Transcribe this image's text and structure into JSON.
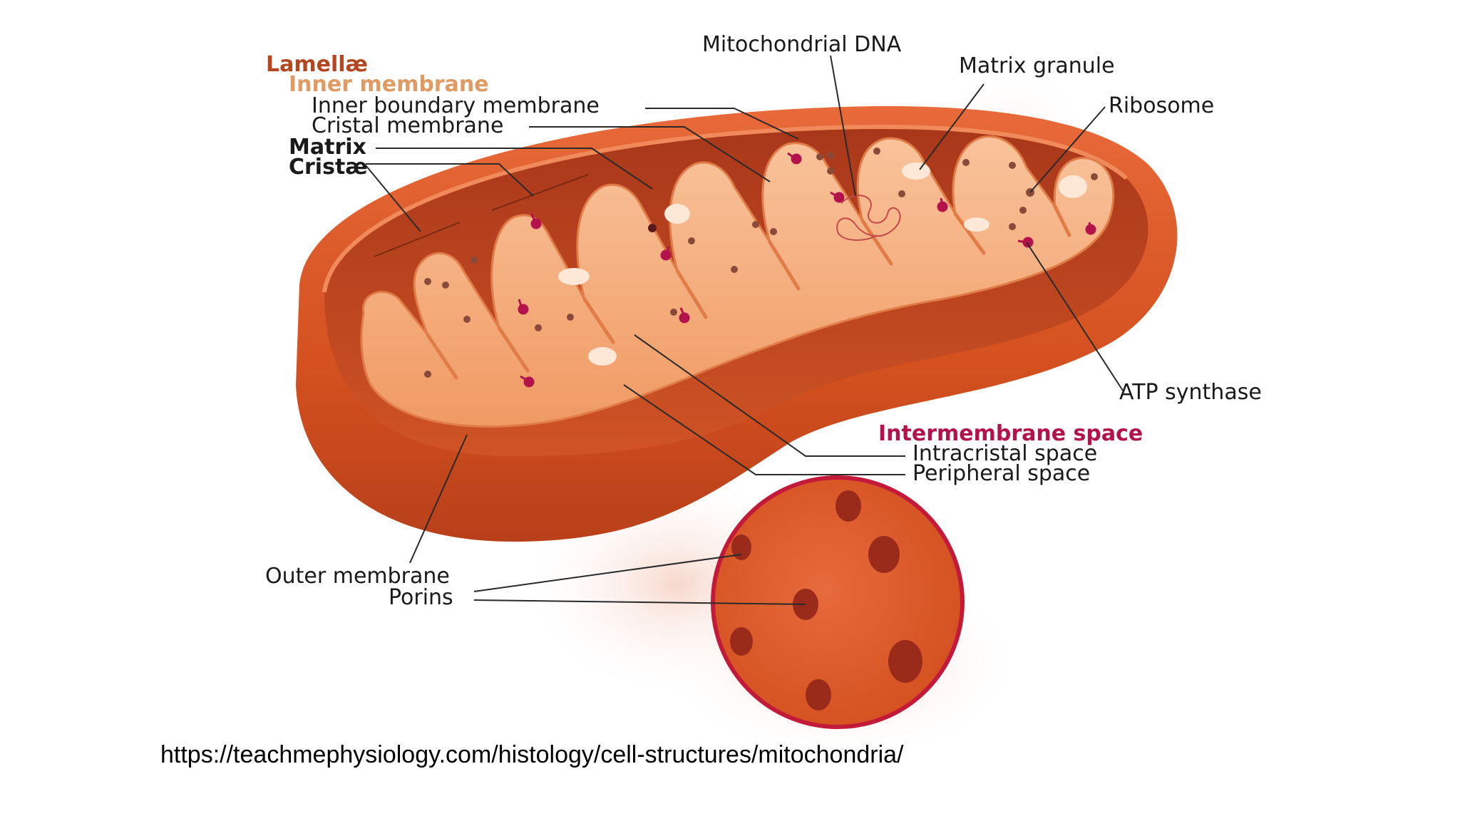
{
  "labels": {
    "lamellae": "Lamellæ",
    "inner_membrane": "Inner membrane",
    "inner_boundary_membrane": "Inner boundary membrane",
    "cristal_membrane": "Cristal membrane",
    "matrix": "Matrix",
    "cristae": "Cristæ",
    "mitochondrial_dna": "Mitochondrial DNA",
    "matrix_granule": "Matrix granule",
    "ribosome": "Ribosome",
    "atp_synthase": "ATP synthase",
    "intermembrane_space": "Intermembrane space",
    "intracristal_space": "Intracristal space",
    "peripheral_space": "Peripheral space",
    "outer_membrane": "Outer membrane",
    "porins": "Porins"
  },
  "source_url": "https://teachmephysiology.com/histology/cell-structures/mitochondria/",
  "colors": {
    "outer_membrane": "#d4501f",
    "outer_shadow": "#b8401a",
    "inner_cavity": "#c5461c",
    "matrix": "#f4a574",
    "matrix_light": "#f9c39b",
    "atp_synthase": "#b3124a",
    "ribosome": "#8a4a3a",
    "granule": "#fde8d8",
    "lamellae_label": "#b5461f",
    "inner_membrane_label": "#e29a63",
    "intermembrane_label": "#b3124a"
  }
}
